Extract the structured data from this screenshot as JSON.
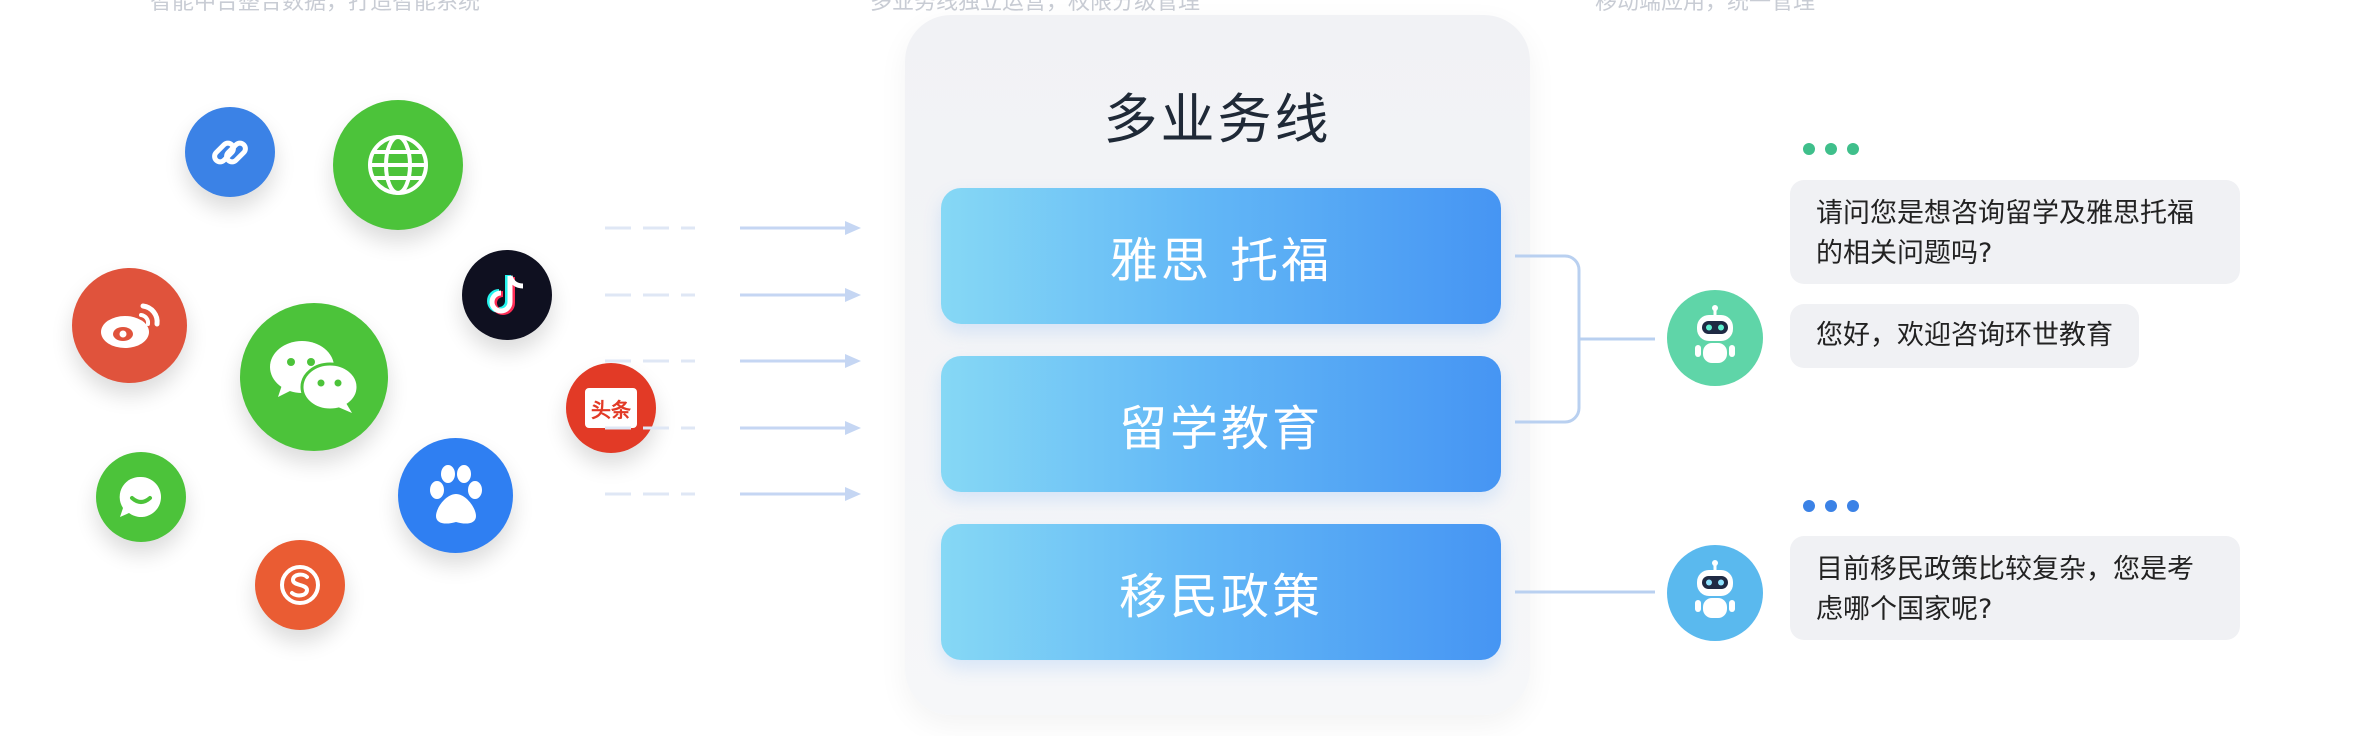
{
  "top_captions": [
    "智能中台整合数据，打造智能系统",
    "多业务线独立运营，权限分级管理",
    "移动端应用，统一管理"
  ],
  "social_channels": [
    {
      "name": "link",
      "icon": "link-icon",
      "color": "#3b82e6"
    },
    {
      "name": "web",
      "icon": "globe-icon",
      "color": "#4cc33a"
    },
    {
      "name": "tiktok",
      "icon": "tiktok-icon",
      "color": "#0f1020"
    },
    {
      "name": "weibo",
      "icon": "weibo-icon",
      "color": "#e0533c"
    },
    {
      "name": "wechat",
      "icon": "wechat-icon",
      "color": "#4cc33a"
    },
    {
      "name": "toutiao",
      "icon": "toutiao-icon",
      "color": "#e23a26",
      "label": "头条"
    },
    {
      "name": "message",
      "icon": "message-icon",
      "color": "#4cc33a"
    },
    {
      "name": "baidu",
      "icon": "baidu-paw-icon",
      "color": "#2f7ff2"
    },
    {
      "name": "sogou",
      "icon": "sogou-icon",
      "color": "#ea5c33"
    }
  ],
  "panel": {
    "title": "多业务线",
    "business_lines": [
      "雅思 托福",
      "留学教育",
      "移民政策"
    ]
  },
  "chat_groups": [
    {
      "dot_color": "#3fbf8b",
      "bot_color": "#5fd5a8",
      "messages": [
        "请问您是想咨询留学及雅思托福的相关问题吗?",
        "您好，欢迎咨询环世教育"
      ]
    },
    {
      "dot_color": "#3b82e6",
      "bot_color": "#5ab9ee",
      "messages": [
        "目前移民政策比较复杂，您是考虑哪个国家呢?"
      ]
    }
  ],
  "colors": {
    "arrow": "#c5d6f3",
    "connector": "#b9d0f0",
    "business_gradient_start": "#86d8f5",
    "business_gradient_end": "#4695f3"
  }
}
